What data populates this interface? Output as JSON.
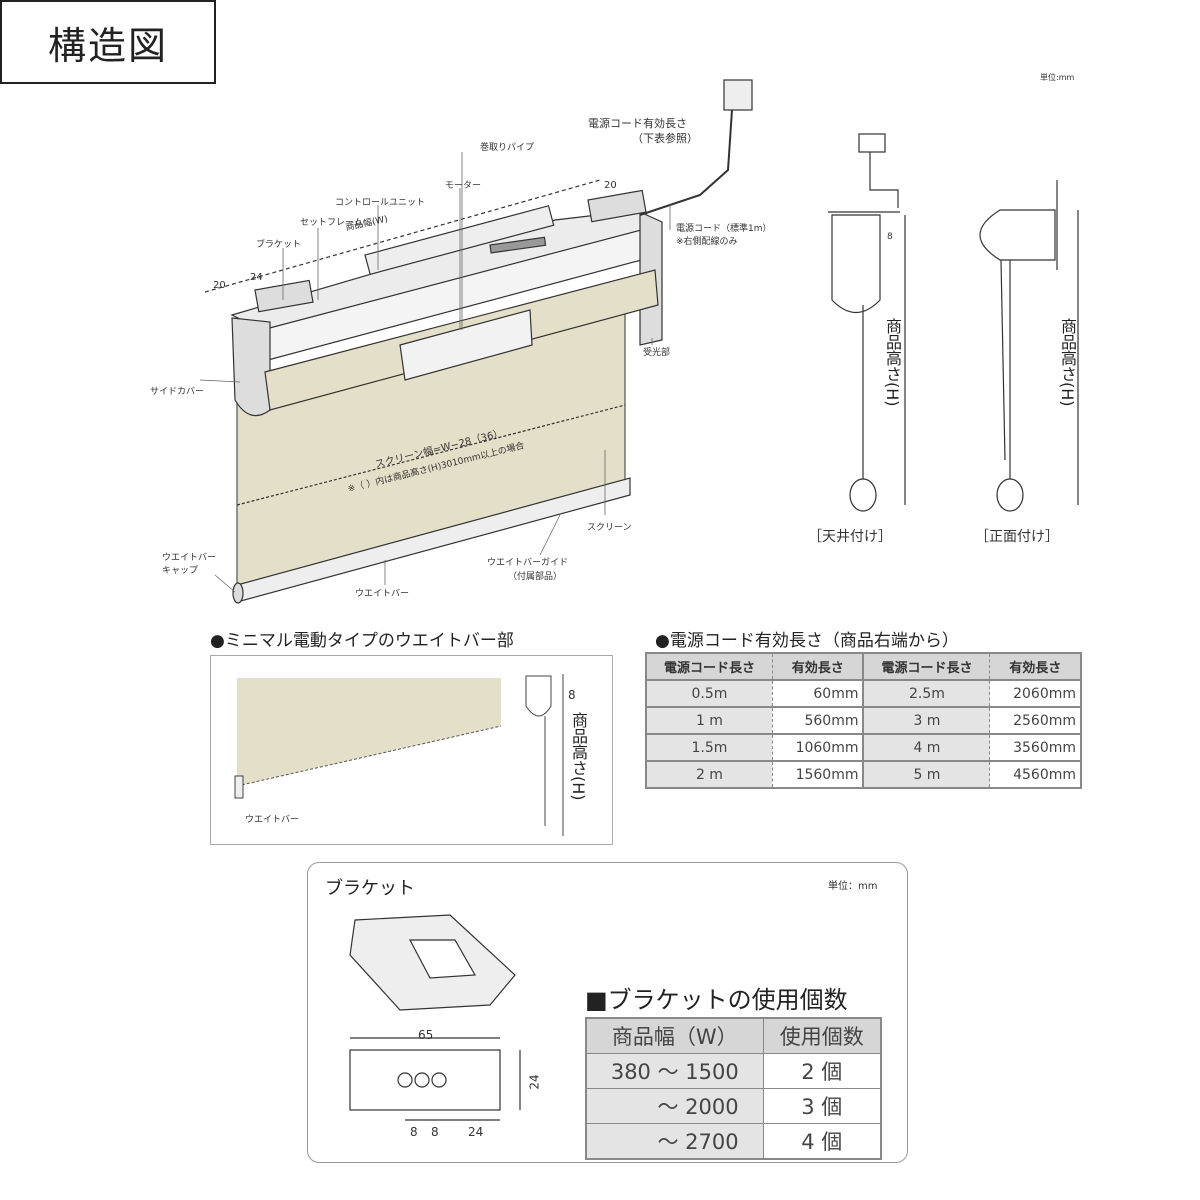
{
  "title": "構造図",
  "unit_label": "単位:mm",
  "main_diagram": {
    "labels": {
      "cord_effective": "電源コード有効長さ",
      "cord_effective_note": "（下表参照）",
      "pipe": "巻取りパイプ",
      "motor": "モーター",
      "control_unit": "コントロールユニット",
      "set_frame": "セットフレーム",
      "width": "商品幅(W)",
      "bracket": "ブラケット",
      "cord": "電源コード（標準1m）",
      "cord_note": "※右側配線のみ",
      "receiver": "受光部",
      "side_cover": "サイドカバー",
      "screen_width": "スクリーン幅=W−28（36）",
      "screen_note": "※（ ）内は商品高さ(H)3010mm以上の場合",
      "screen": "スクリーン",
      "weight_cap_1": "ウエイトバー",
      "weight_cap_2": "キャップ",
      "weight_bar": "ウエイトバー",
      "weight_guide": "ウエイトバーガイド",
      "weight_guide_note": "（付属部品）",
      "dim_20_left": "20",
      "dim_24": "24",
      "dim_20_right": "20"
    }
  },
  "side_views": {
    "height_label": "商品高さ(H)",
    "dim_8": "8",
    "ceiling": "［天井付け］",
    "front": "［正面付け］"
  },
  "weight_section": {
    "heading": "●ミニマル電動タイプのウエイトバー部",
    "weight_bar": "ウエイトバー",
    "height_label": "商品高さ(H)",
    "dim_8": "8"
  },
  "cord_table": {
    "heading": "●電源コード有効長さ（商品右端から）",
    "headers": [
      "電源コード長さ",
      "有効長さ",
      "電源コード長さ",
      "有効長さ"
    ],
    "rows": [
      [
        "0.5m",
        "60mm",
        "2.5m",
        "2060mm"
      ],
      [
        "1 m",
        "560mm",
        "3 m",
        "2560mm"
      ],
      [
        "1.5m",
        "1060mm",
        "4 m",
        "3560mm"
      ],
      [
        "2 m",
        "1560mm",
        "5 m",
        "4560mm"
      ]
    ]
  },
  "bracket": {
    "title": "ブラケット",
    "unit_label": "単位：mm",
    "dims": {
      "length": "65",
      "height": "24",
      "a": "8",
      "b": "8",
      "c": "24"
    },
    "count_heading": "■ブラケットの使用個数",
    "headers": [
      "商品幅（W）",
      "使用個数"
    ],
    "rows": [
      [
        "380 〜 1500",
        "2 個"
      ],
      [
        "〜 2000",
        "3 個"
      ],
      [
        "〜 2700",
        "4 個"
      ]
    ]
  }
}
